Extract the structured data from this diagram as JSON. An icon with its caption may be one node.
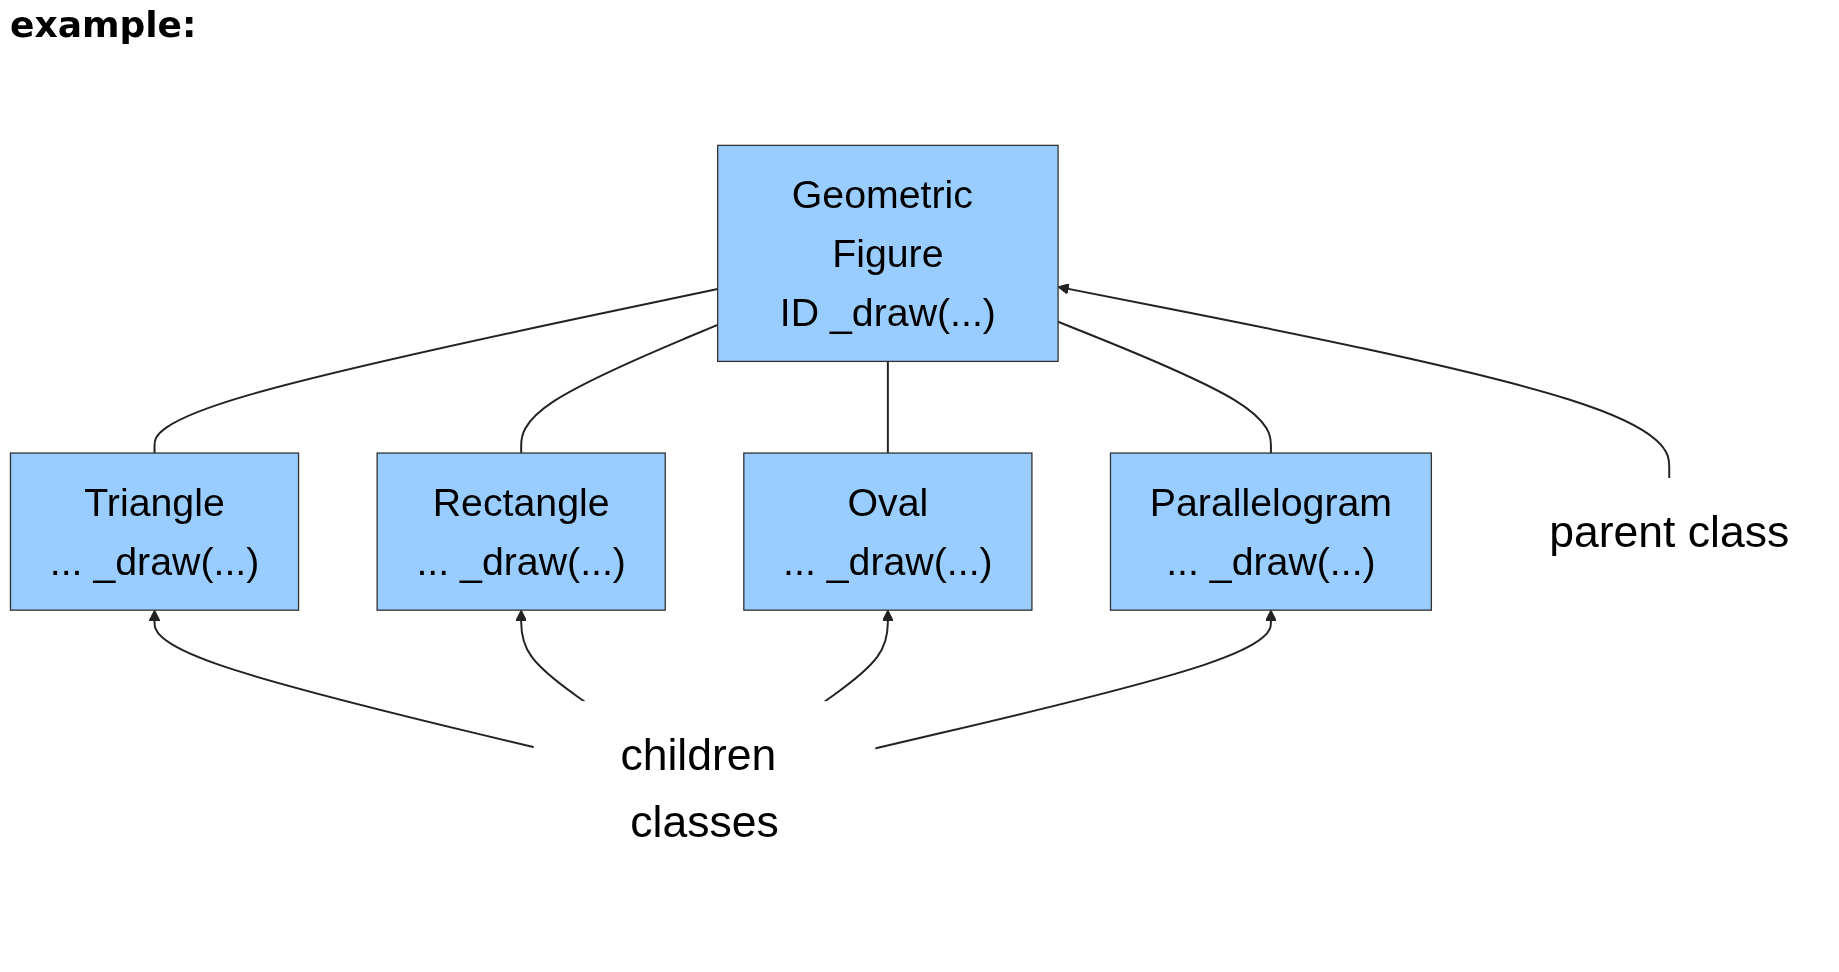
{
  "diagram": {
    "title": "example:",
    "nodes": [
      {
        "text": [
          "Geometric Figure",
          "ID _draw(...)"
        ]
      },
      {
        "text": [
          "Triangle",
          "... _draw(...)"
        ]
      },
      {
        "text": [
          "Rectangle",
          "... _draw(...)"
        ]
      },
      {
        "text": [
          "Oval",
          "... _draw(...)"
        ]
      },
      {
        "text": [
          "Parallelogram",
          "... _draw(...)"
        ]
      },
      {
        "text": [
          "parent class"
        ]
      },
      {
        "text": [
          "children classes"
        ]
      }
    ],
    "edges": [
      {
        "from": 0,
        "to": 1,
        "arrow": "none"
      },
      {
        "from": 0,
        "to": 2,
        "arrow": "none"
      },
      {
        "from": 0,
        "to": 3,
        "arrow": "none"
      },
      {
        "from": 0,
        "to": 4,
        "arrow": "none"
      },
      {
        "from": 5,
        "to": 0,
        "arrow": "to"
      },
      {
        "from": 6,
        "to": 1,
        "arrow": "to"
      },
      {
        "from": 6,
        "to": 2,
        "arrow": "to"
      },
      {
        "from": 6,
        "to": 3,
        "arrow": "to"
      },
      {
        "from": 6,
        "to": 4,
        "arrow": "to"
      }
    ]
  }
}
